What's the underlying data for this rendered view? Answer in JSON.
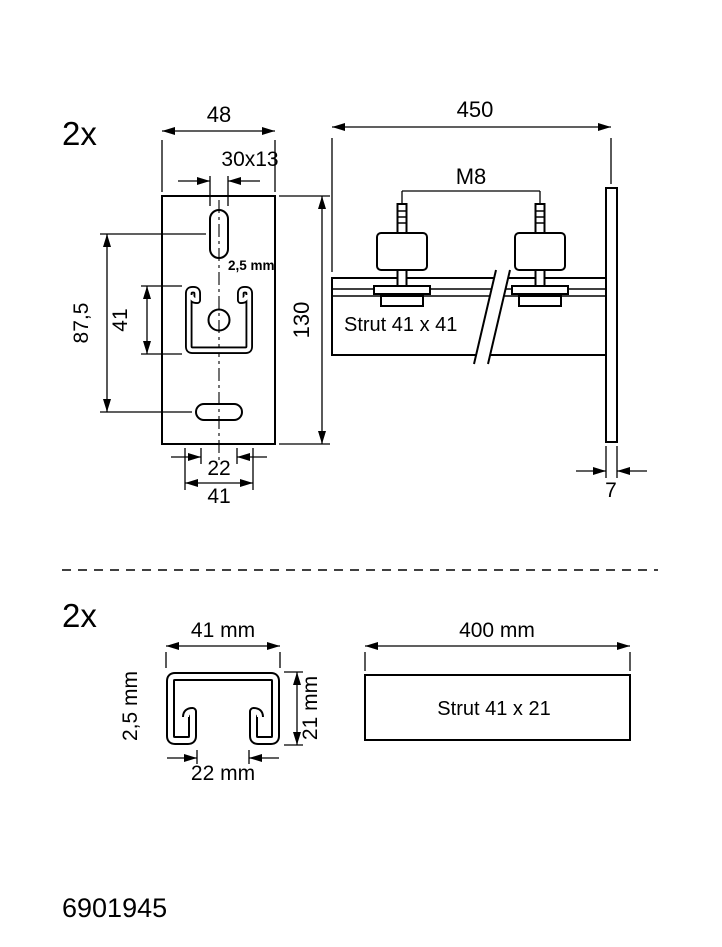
{
  "colors": {
    "line": "#000000",
    "background": "#ffffff"
  },
  "upper_assembly": {
    "quantity_label": "2x",
    "front_view": {
      "width": "48",
      "slot_size": "30x13",
      "wall_thickness": "2,5 mm",
      "hole_spacing": "87,5",
      "channel_height": "41",
      "total_height": "130",
      "opening_width": "22",
      "channel_width": "41"
    },
    "side_view": {
      "length": "450",
      "thread_label": "M8",
      "strut_label": "Strut 41 x 41",
      "plate_thickness": "7"
    }
  },
  "lower_assembly": {
    "quantity_label": "2x",
    "profile_view": {
      "width": "41 mm",
      "wall_thickness": "2,5 mm",
      "height": "21 mm",
      "opening_width": "22 mm"
    },
    "strut_view": {
      "length": "400 mm",
      "strut_label": "Strut 41 x 21"
    }
  },
  "footer": {
    "product_code": "6901945"
  }
}
